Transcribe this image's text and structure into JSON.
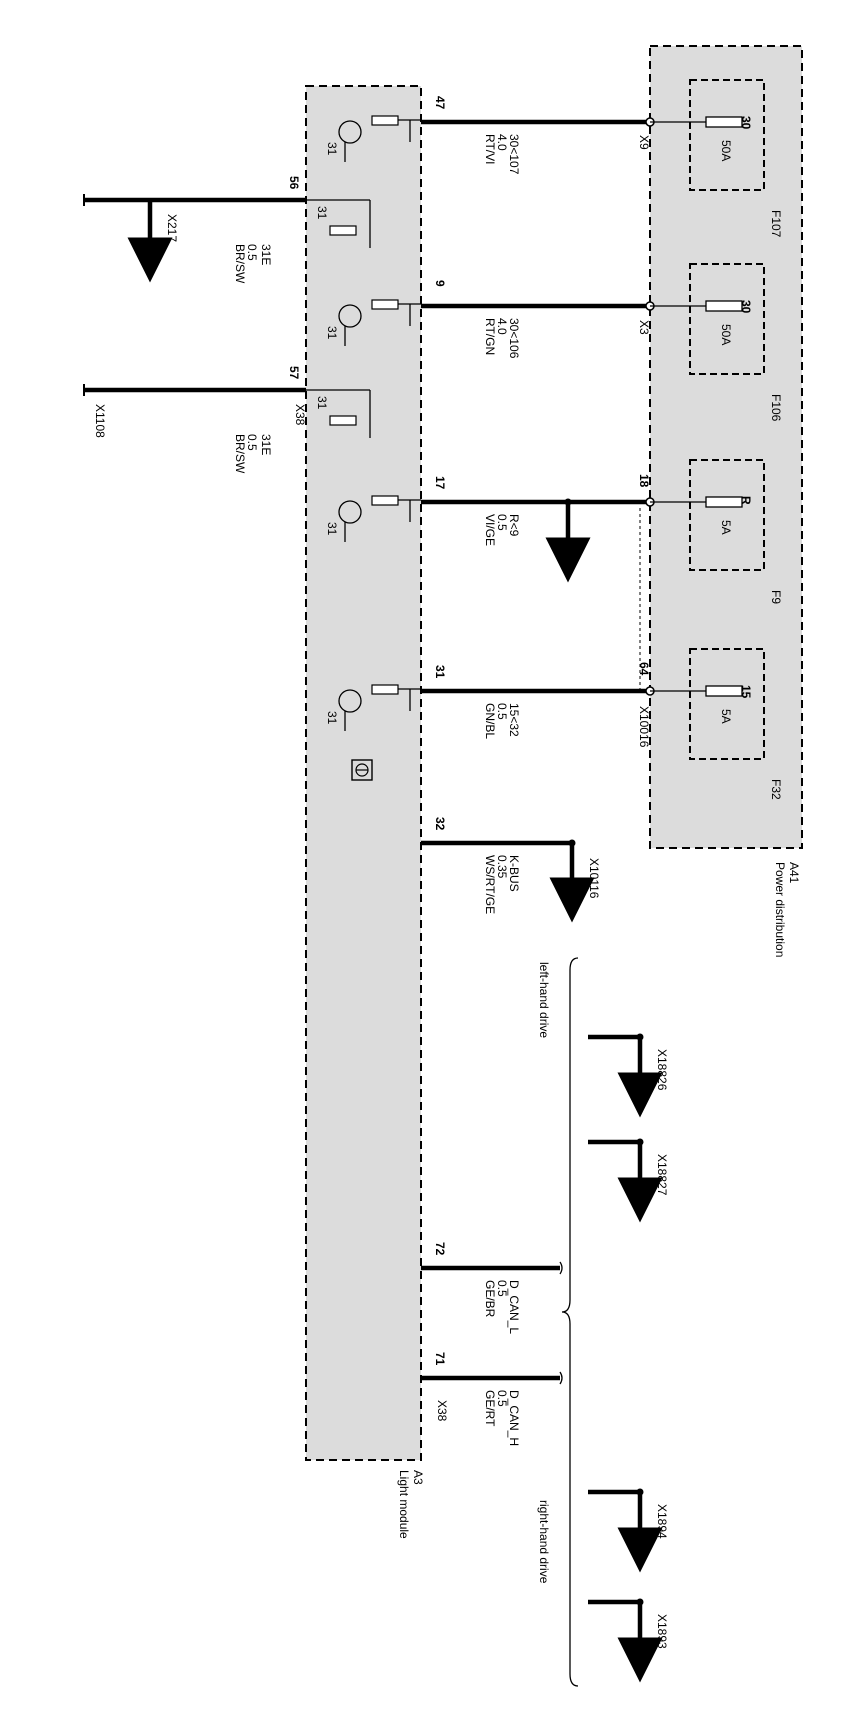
{
  "colors": {
    "module_fill": "#dcdcdc",
    "line": "#000000",
    "background": "#ffffff"
  },
  "power_distribution": {
    "id": "A41",
    "name": "Power distribution",
    "fuses": [
      {
        "id": "F107",
        "terminal": "30",
        "rating": "50A"
      },
      {
        "id": "F106",
        "terminal": "30",
        "rating": "50A"
      },
      {
        "id": "F9",
        "terminal": "R",
        "rating": "5A"
      },
      {
        "id": "F32",
        "terminal": "15",
        "rating": "5A"
      }
    ]
  },
  "light_module": {
    "id": "A3",
    "name": "Light module",
    "ground_label": "31"
  },
  "wires": [
    {
      "pin": "47",
      "signal": "30<107",
      "size": "4.0",
      "color": "RT/VI",
      "connector": "X9",
      "dist_pin": ""
    },
    {
      "pin": "9",
      "signal": "30<106",
      "size": "4.0",
      "color": "RT/GN",
      "connector": "X3",
      "dist_pin": ""
    },
    {
      "pin": "17",
      "signal": "R<9",
      "size": "0.5",
      "color": "VI/GE",
      "connector": "",
      "dist_pin": "18"
    },
    {
      "pin": "31",
      "signal": "15<32",
      "size": "0.5",
      "color": "GN/BL",
      "connector": "X10016",
      "dist_pin": "64"
    },
    {
      "pin": "32",
      "signal": "K-BUS",
      "size": "0.35",
      "color": "WS/RT/GE",
      "connector": "X10116",
      "dist_pin": ""
    },
    {
      "pin": "72",
      "signal": "D_CAN_L",
      "size": "0.5",
      "color": "GE/BR",
      "connector": "",
      "dist_pin": ""
    },
    {
      "pin": "71",
      "signal": "D_CAN_H",
      "size": "0.5",
      "color": "GE/RT",
      "connector": "X38",
      "dist_pin": ""
    }
  ],
  "grounds": [
    {
      "pin": "56",
      "signal": "31E",
      "size": "0.5",
      "color": "BR/SW",
      "connector": "X217",
      "module_connector": ""
    },
    {
      "pin": "57",
      "signal": "31E",
      "size": "0.5",
      "color": "BR/SW",
      "connector": "X1108",
      "module_connector": "X38"
    }
  ],
  "drive_groups": [
    {
      "label": "left-hand drive",
      "connectors": [
        "X18826",
        "X18827"
      ]
    },
    {
      "label": "right-hand drive",
      "connectors": [
        "X1894",
        "X1893"
      ]
    }
  ]
}
